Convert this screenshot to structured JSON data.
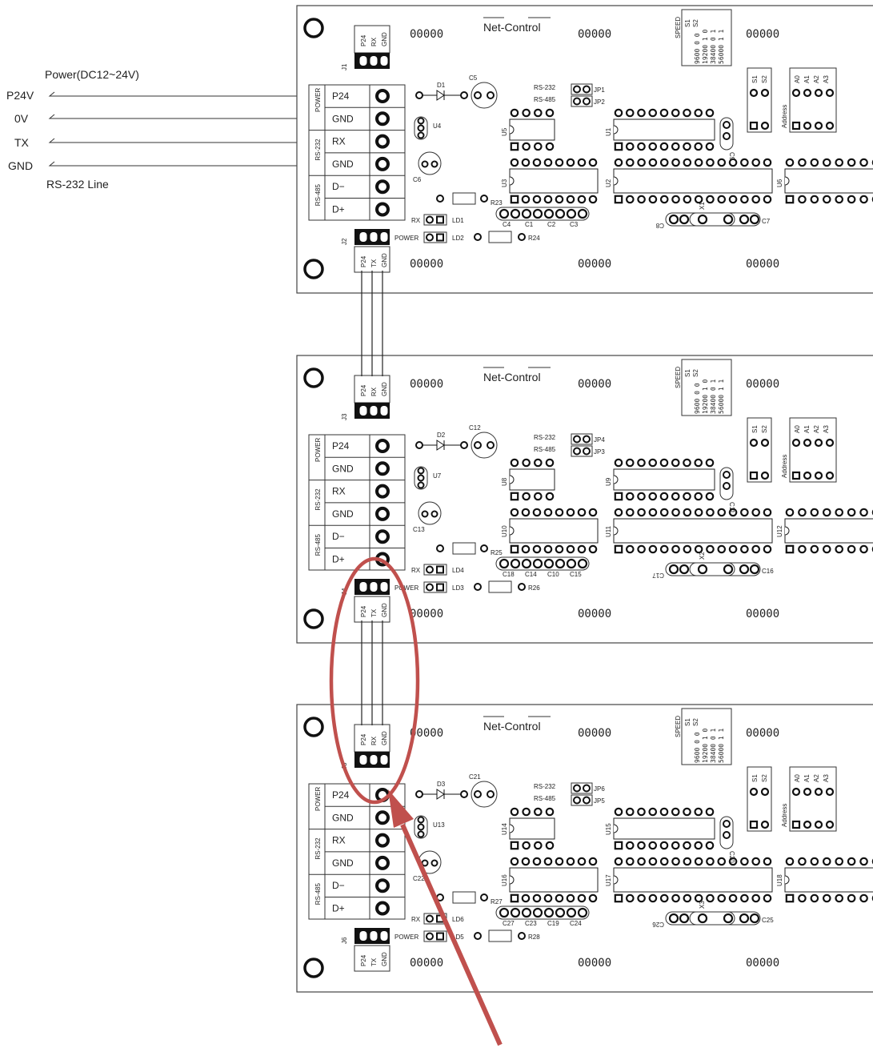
{
  "wiring": {
    "power_caption": "Power(DC12~24V)",
    "line_caption": "RS-232 Line",
    "wire_labels": [
      "P24V",
      "0V",
      "TX",
      "GND"
    ]
  },
  "board": {
    "title": "Net-Control",
    "terminal_labels": [
      "P24",
      "GND",
      "RX",
      "GND",
      "D−",
      "D+"
    ],
    "terminal_groups": [
      "POWER",
      "RS-232",
      "RS-485"
    ],
    "connector_in_pins": [
      "P24",
      "RX",
      "GND"
    ],
    "connector_out_pins": [
      "P24",
      "TX",
      "GND"
    ],
    "speed_table": {
      "title": "SPEED",
      "header": [
        "S1",
        "S2"
      ],
      "rows": [
        [
          "9600",
          "0",
          "0"
        ],
        [
          "19200",
          "1",
          "0"
        ],
        [
          "38400",
          "0",
          "1"
        ],
        [
          "56000",
          "1",
          "1"
        ]
      ]
    },
    "switch_labels": [
      "S1",
      "S2"
    ],
    "address_label": "Address",
    "address_pins": [
      "A0",
      "A1",
      "A2",
      "A3"
    ],
    "jumper_labels": [
      "RS-232",
      "RS-485"
    ],
    "led_labels": [
      "RX",
      "POWER"
    ],
    "header_pins": "00000"
  },
  "boards": [
    {
      "jin": "J1",
      "jout": "J2",
      "d": "D1",
      "cbig": "C5",
      "creg": "C6",
      "ureg": "U4",
      "jp232": "JP1",
      "jp485": "JP2",
      "u_small": "U5",
      "u_mid": "U1",
      "u_a": "U3",
      "u_b": "U2",
      "u_c": "U6",
      "c_side": "C9",
      "r1": "R23",
      "r2": "R24",
      "ld_rx": "LD1",
      "ld_pwr": "LD2",
      "caps": [
        "C4",
        "C1",
        "C2",
        "C3"
      ],
      "xtal": "X1",
      "c_x1": "C8",
      "c_x2": "C7"
    },
    {
      "jin": "J3",
      "jout": "J4",
      "d": "D2",
      "cbig": "C12",
      "creg": "C13",
      "ureg": "U7",
      "jp232": "JP4",
      "jp485": "JP3",
      "u_small": "U8",
      "u_mid": "U9",
      "u_a": "U10",
      "u_b": "U11",
      "u_c": "U12",
      "c_side": "C11",
      "r1": "R25",
      "r2": "R26",
      "ld_rx": "LD4",
      "ld_pwr": "LD3",
      "caps": [
        "C18",
        "C14",
        "C10",
        "C15"
      ],
      "xtal": "X2",
      "c_x1": "C17",
      "c_x2": "C16"
    },
    {
      "jin": "J5",
      "jout": "J6",
      "d": "D3",
      "cbig": "C21",
      "creg": "C22",
      "ureg": "U13",
      "jp232": "JP6",
      "jp485": "JP5",
      "u_small": "U14",
      "u_mid": "U15",
      "u_a": "U16",
      "u_b": "U17",
      "u_c": "U18",
      "c_side": "C20",
      "r1": "R27",
      "r2": "R28",
      "ld_rx": "LD6",
      "ld_pwr": "LD5",
      "caps": [
        "C27",
        "C23",
        "C19",
        "C24"
      ],
      "xtal": "X3",
      "c_x1": "C26",
      "c_x2": "C25"
    }
  ],
  "colors": {
    "annotation": "#c0504d",
    "ink": "#111111"
  }
}
